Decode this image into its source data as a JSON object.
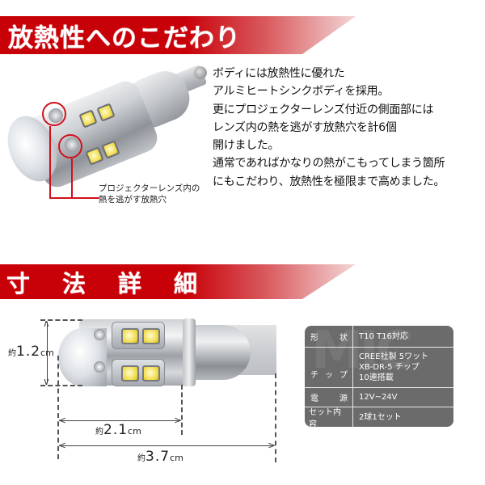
{
  "section1": {
    "title": "放熱性へのこだわり",
    "callout": {
      "lines": [
        "プロジェクターレンズ内の",
        "熱を逃がす放熱穴"
      ]
    },
    "description": [
      "ボディには放熱性に優れた",
      "アルミヒートシンクボディを採用。",
      "更にプロジェクターレンズ付近の側面部には",
      "レンズ内の熱を逃がす放熱穴を計6個",
      "開けました。",
      "通常であればかなりの熱がこもってしまう箇所",
      "にもこだわり、放熱性を極限まで高めました。"
    ]
  },
  "section2": {
    "title": "寸法詳細",
    "dimensions": {
      "height": {
        "prefix": "約",
        "value": "1.2",
        "unit": "cm"
      },
      "body_length": {
        "prefix": "約",
        "value": "2.1",
        "unit": "cm"
      },
      "total_length": {
        "prefix": "約",
        "value": "3.7",
        "unit": "cm"
      }
    },
    "spec_table": {
      "rows": [
        {
          "key": [
            "形",
            "状"
          ],
          "values": [
            "T10 T16対応"
          ]
        },
        {
          "key": [
            "チ",
            "ッ",
            "プ"
          ],
          "values": [
            "CREE社製 5ワット",
            "XB-DR-5 チップ",
            "10連搭載"
          ]
        },
        {
          "key": [
            "電",
            "源"
          ],
          "values": [
            "12V~24V"
          ]
        },
        {
          "key": [
            "セット内容"
          ],
          "values": [
            "2球1セット"
          ]
        }
      ]
    }
  },
  "colors": {
    "header_red": "#c80008",
    "table_bg": "#6b6b6b",
    "callout_red": "#d0121b",
    "led_yellow": "#f0da43"
  }
}
